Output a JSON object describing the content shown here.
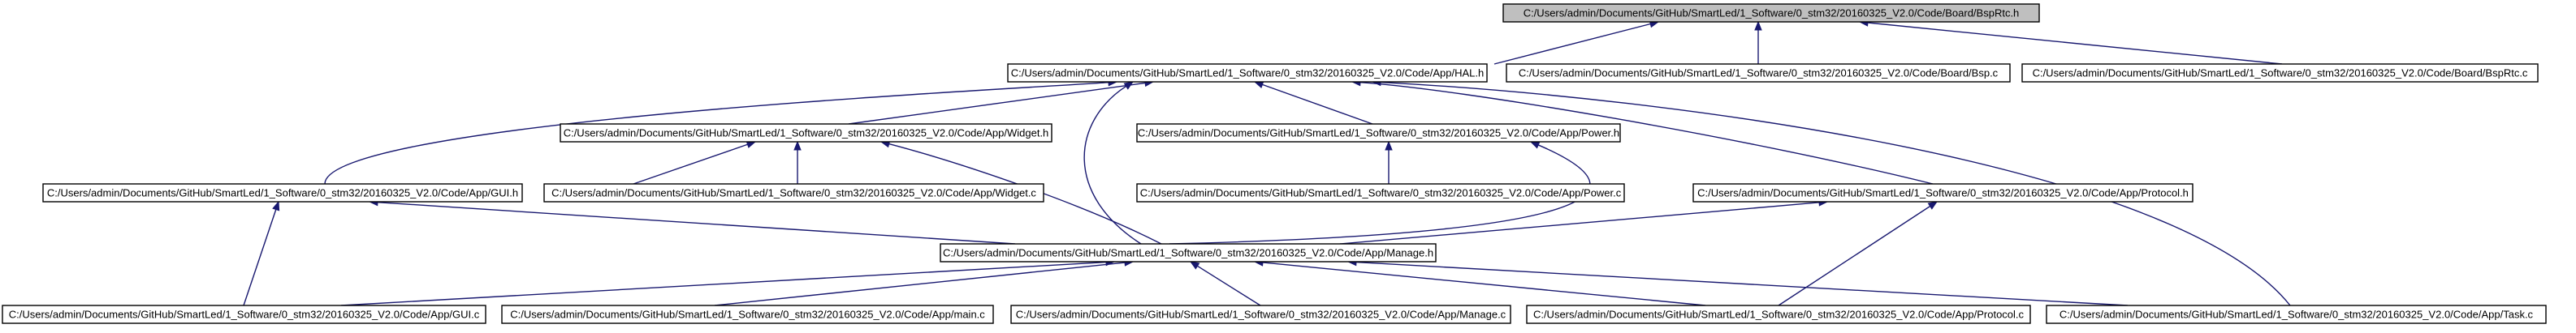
{
  "graph": {
    "nodes": [
      {
        "id": "bsprtc_h",
        "label": "C:/Users/admin/Documents/GitHub/SmartLed/1_Software/0_stm32/20160325_V2.0/Code/Board/BspRtc.h",
        "highlighted": true
      },
      {
        "id": "hal_h",
        "label": "C:/Users/admin/Documents/GitHub/SmartLed/1_Software/0_stm32/20160325_V2.0/Code/App/HAL.h"
      },
      {
        "id": "bsp_c",
        "label": "C:/Users/admin/Documents/GitHub/SmartLed/1_Software/0_stm32/20160325_V2.0/Code/Board/Bsp.c"
      },
      {
        "id": "bsprtc_c",
        "label": "C:/Users/admin/Documents/GitHub/SmartLed/1_Software/0_stm32/20160325_V2.0/Code/Board/BspRtc.c"
      },
      {
        "id": "widget_h",
        "label": "C:/Users/admin/Documents/GitHub/SmartLed/1_Software/0_stm32/20160325_V2.0/Code/App/Widget.h"
      },
      {
        "id": "power_h",
        "label": "C:/Users/admin/Documents/GitHub/SmartLed/1_Software/0_stm32/20160325_V2.0/Code/App/Power.h"
      },
      {
        "id": "gui_h",
        "label": "C:/Users/admin/Documents/GitHub/SmartLed/1_Software/0_stm32/20160325_V2.0/Code/App/GUI.h"
      },
      {
        "id": "widget_c",
        "label": "C:/Users/admin/Documents/GitHub/SmartLed/1_Software/0_stm32/20160325_V2.0/Code/App/Widget.c"
      },
      {
        "id": "power_c",
        "label": "C:/Users/admin/Documents/GitHub/SmartLed/1_Software/0_stm32/20160325_V2.0/Code/App/Power.c"
      },
      {
        "id": "protocol_h",
        "label": "C:/Users/admin/Documents/GitHub/SmartLed/1_Software/0_stm32/20160325_V2.0/Code/App/Protocol.h"
      },
      {
        "id": "manage_h",
        "label": "C:/Users/admin/Documents/GitHub/SmartLed/1_Software/0_stm32/20160325_V2.0/Code/App/Manage.h"
      },
      {
        "id": "gui_c",
        "label": "C:/Users/admin/Documents/GitHub/SmartLed/1_Software/0_stm32/20160325_V2.0/Code/App/GUI.c"
      },
      {
        "id": "main_c",
        "label": "C:/Users/admin/Documents/GitHub/SmartLed/1_Software/0_stm32/20160325_V2.0/Code/App/main.c"
      },
      {
        "id": "manage_c",
        "label": "C:/Users/admin/Documents/GitHub/SmartLed/1_Software/0_stm32/20160325_V2.0/Code/App/Manage.c"
      },
      {
        "id": "protocol_c",
        "label": "C:/Users/admin/Documents/GitHub/SmartLed/1_Software/0_stm32/20160325_V2.0/Code/App/Protocol.c"
      },
      {
        "id": "task_c",
        "label": "C:/Users/admin/Documents/GitHub/SmartLed/1_Software/0_stm32/20160325_V2.0/Code/App/Task.c"
      }
    ],
    "edges": [
      {
        "from": "hal_h",
        "to": "bsprtc_h"
      },
      {
        "from": "bsp_c",
        "to": "bsprtc_h"
      },
      {
        "from": "bsprtc_c",
        "to": "bsprtc_h"
      },
      {
        "from": "widget_h",
        "to": "hal_h"
      },
      {
        "from": "power_h",
        "to": "hal_h"
      },
      {
        "from": "gui_h",
        "to": "hal_h"
      },
      {
        "from": "protocol_h",
        "to": "hal_h"
      },
      {
        "from": "manage_h",
        "to": "hal_h"
      },
      {
        "from": "task_c",
        "to": "hal_h"
      },
      {
        "from": "gui_h",
        "to": "widget_h"
      },
      {
        "from": "widget_c",
        "to": "widget_h"
      },
      {
        "from": "manage_h",
        "to": "widget_h"
      },
      {
        "from": "power_c",
        "to": "power_h"
      },
      {
        "from": "manage_h",
        "to": "power_h"
      },
      {
        "from": "manage_h",
        "to": "gui_h"
      },
      {
        "from": "gui_c",
        "to": "gui_h"
      },
      {
        "from": "manage_h",
        "to": "protocol_h"
      },
      {
        "from": "protocol_c",
        "to": "protocol_h"
      },
      {
        "from": "gui_c",
        "to": "manage_h"
      },
      {
        "from": "main_c",
        "to": "manage_h"
      },
      {
        "from": "manage_c",
        "to": "manage_h"
      },
      {
        "from": "protocol_c",
        "to": "manage_h"
      },
      {
        "from": "task_c",
        "to": "manage_h"
      }
    ],
    "colors": {
      "edge": "#191970",
      "node_border": "#000000",
      "node_fill": "#ffffff",
      "highlight_fill": "#bfbfbf"
    }
  }
}
